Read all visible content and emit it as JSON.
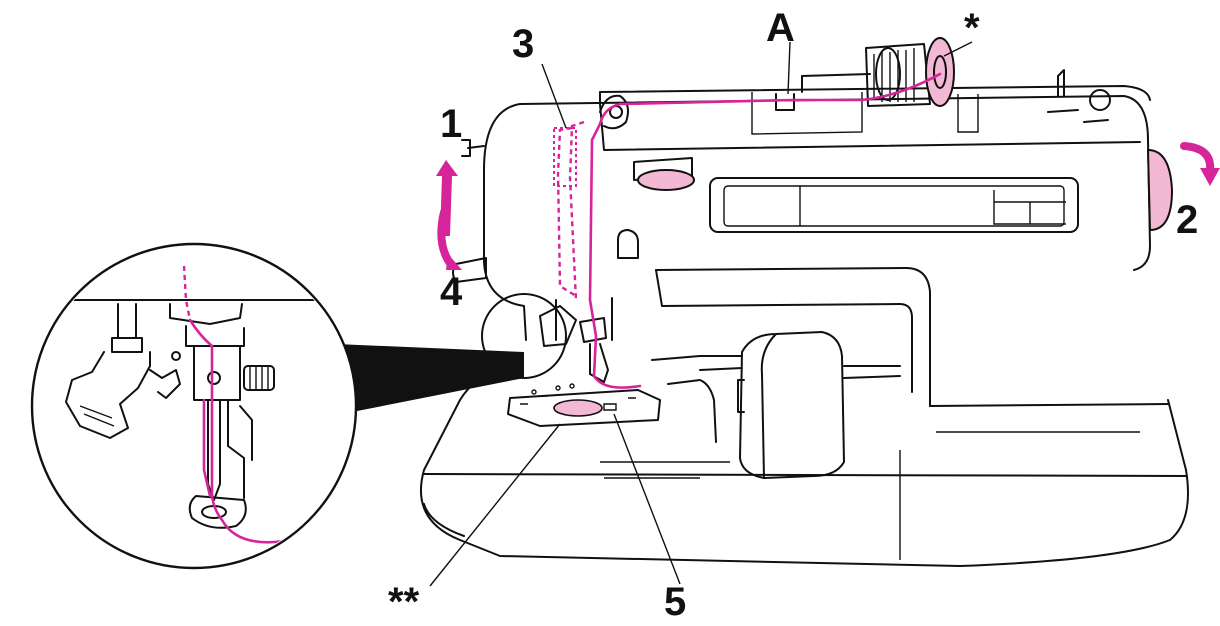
{
  "colors": {
    "line": "#111111",
    "thread": "#d6249a",
    "highlight": "#f3b8d3",
    "lens": "#111111",
    "background": "#ffffff"
  },
  "callouts": {
    "label_1": "1",
    "label_2": "2",
    "label_3": "3",
    "label_4": "4",
    "label_5": "5",
    "label_A": "A",
    "label_star": "*",
    "label_double_star": "**"
  },
  "icons": {
    "up_down_arrow": "double-arrow-vertical",
    "rotate_arrow": "curved-arrow-clockwise",
    "magnifier": "zoom-detail-circle"
  }
}
